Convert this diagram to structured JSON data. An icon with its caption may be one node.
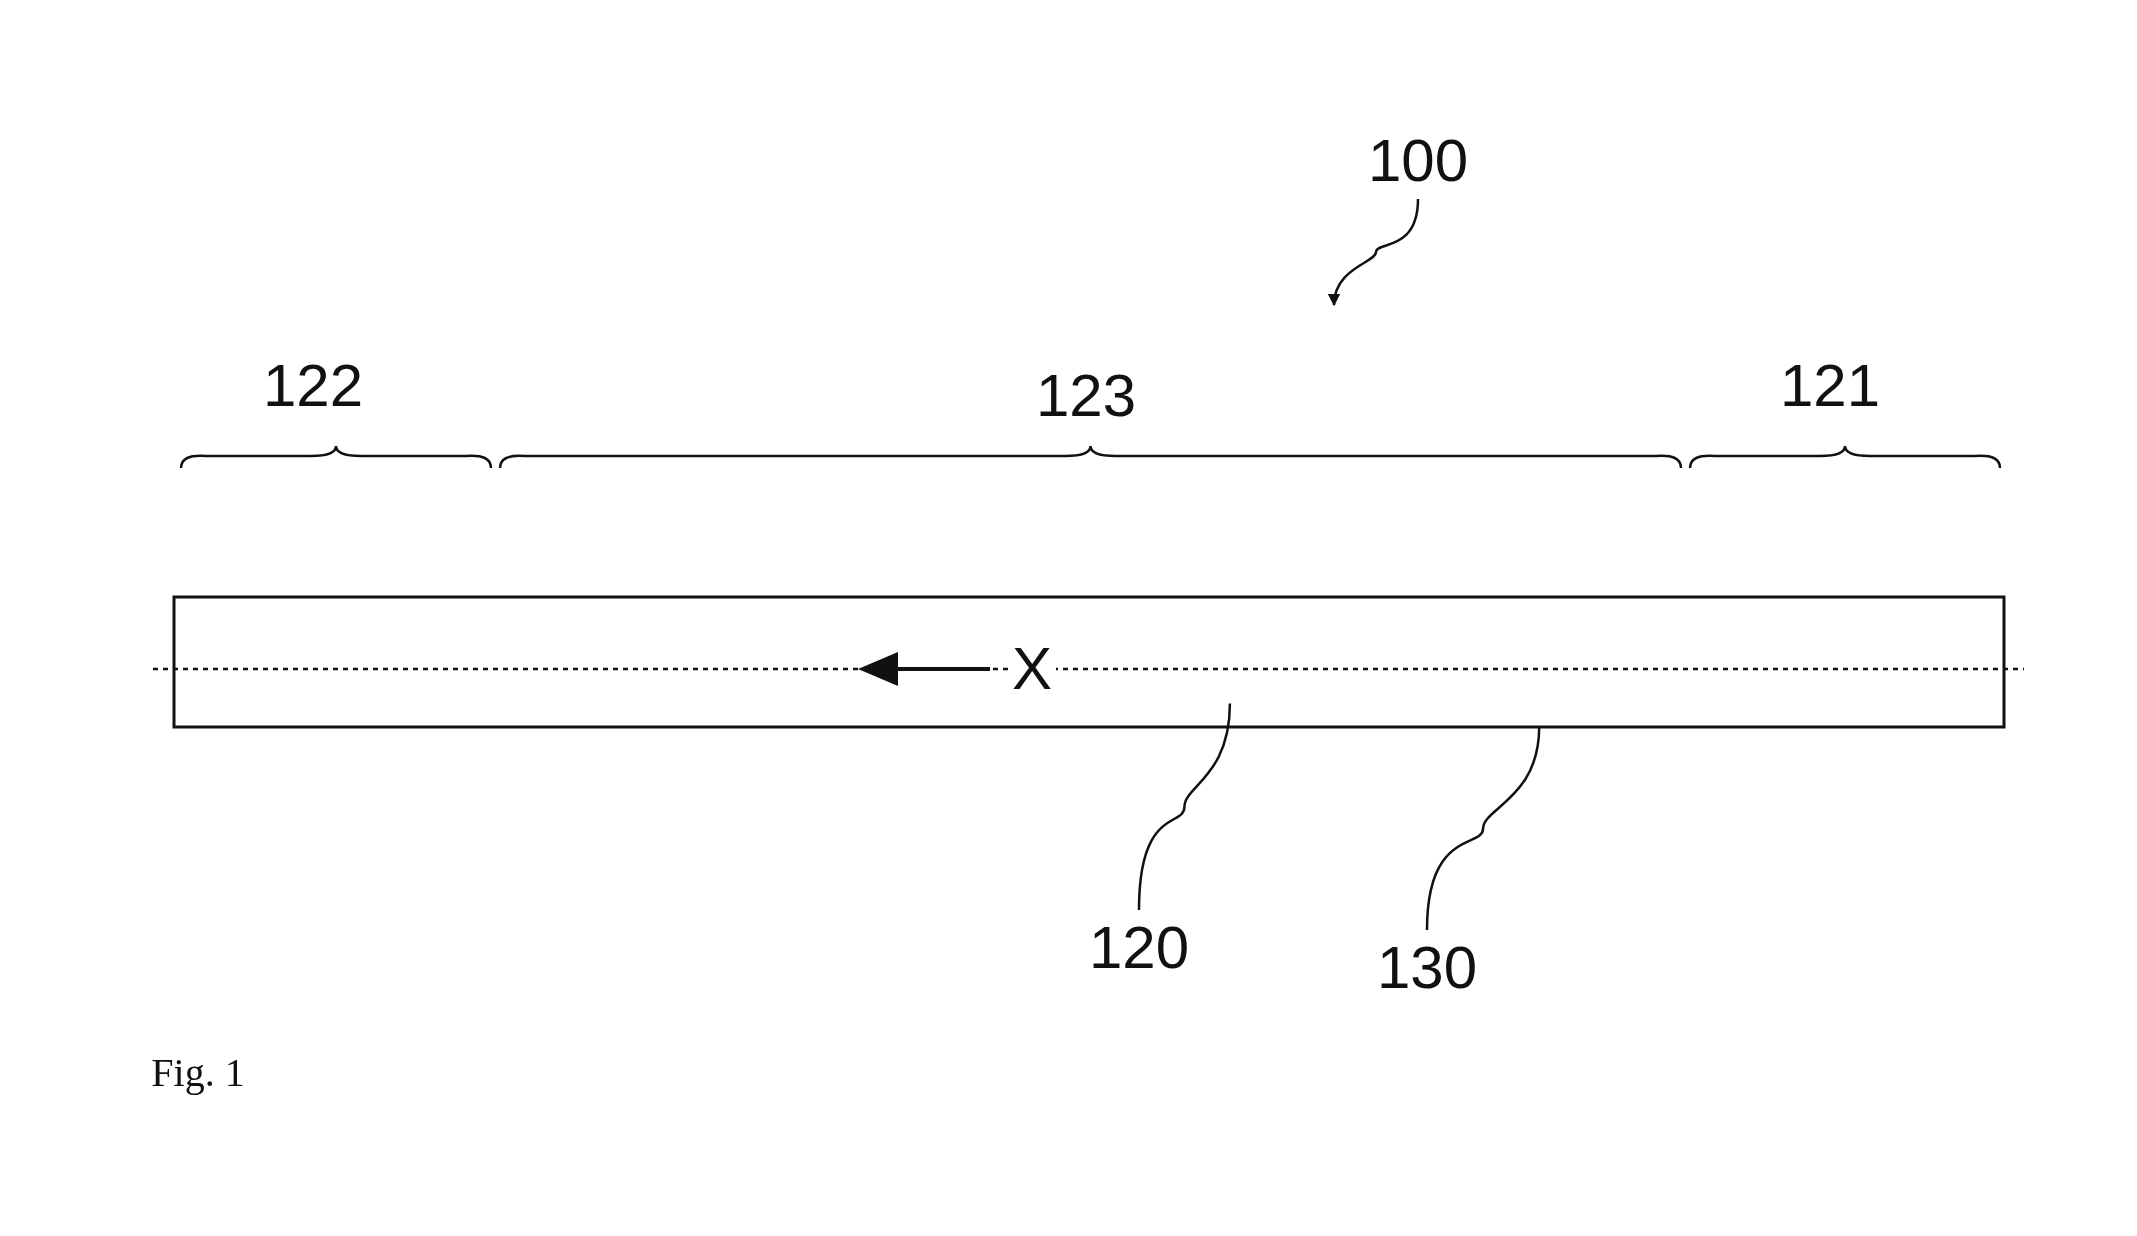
{
  "diagram": {
    "caption": "Fig. 1",
    "nodes": [
      {
        "text": [
          "100"
        ]
      },
      {
        "text": [],
        "shape": "box"
      },
      {
        "text": [
          "120"
        ]
      },
      {
        "text": [
          "130"
        ]
      }
    ],
    "edges": [
      {
        "from": 0,
        "to": null,
        "arrow": "to"
      },
      {
        "from": 2,
        "to": 1,
        "arrow": "none"
      },
      {
        "from": 3,
        "to": 1,
        "arrow": "none"
      }
    ],
    "labels": [
      "122",
      "123",
      "121",
      "X"
    ]
  }
}
